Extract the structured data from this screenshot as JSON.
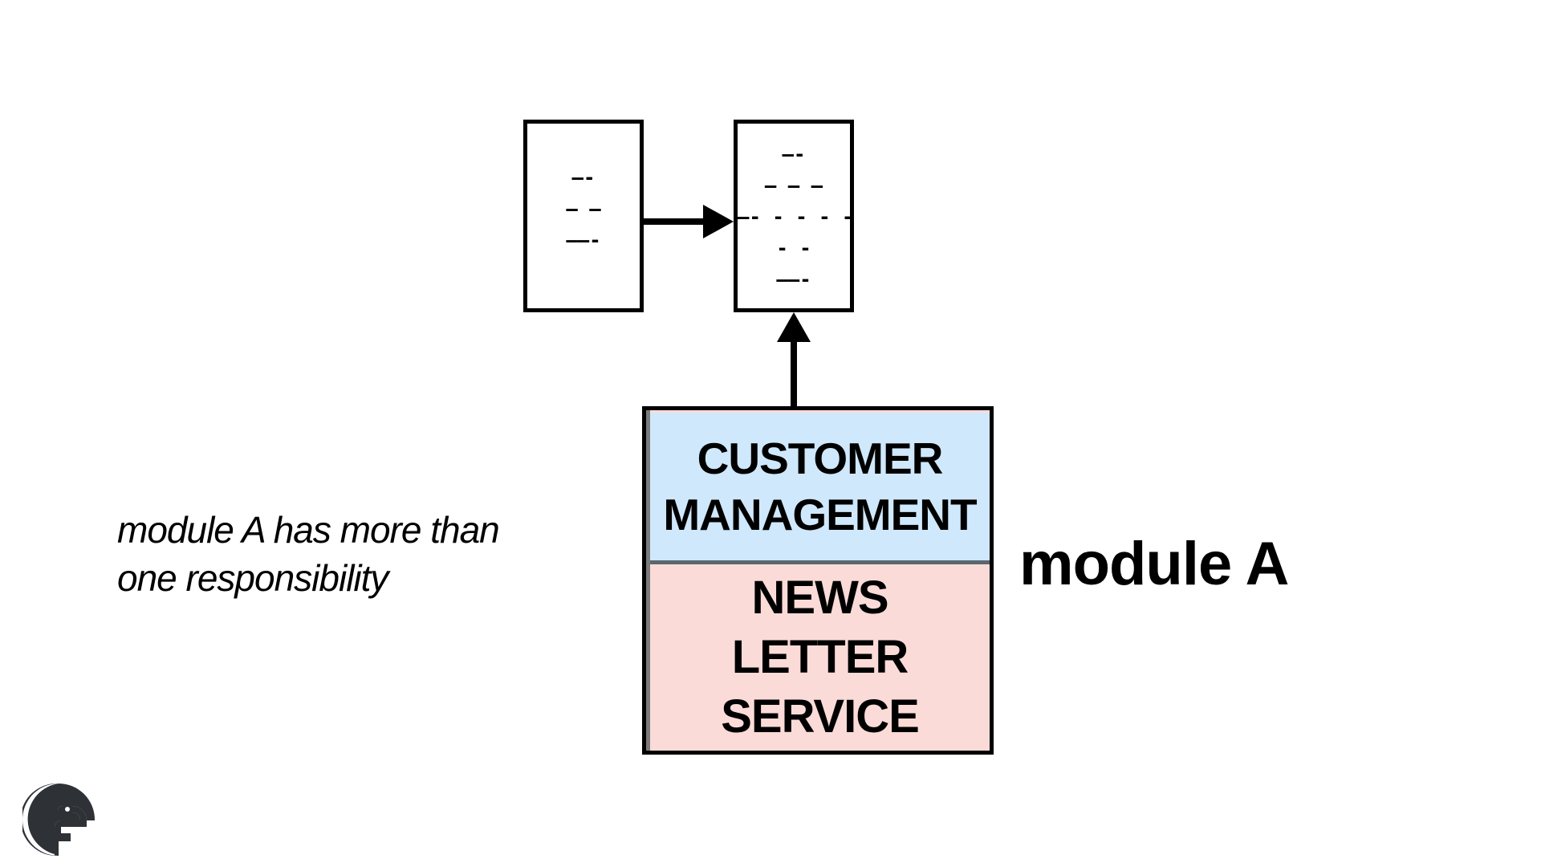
{
  "diagram": {
    "box_left": {
      "lines": "—-\n— —\n——-"
    },
    "box_right": {
      "lines": "—-\n— — —\n—- - - - -\n- -\n——-"
    },
    "module": {
      "top_section": "CUSTOMER\nMANAGEMENT",
      "bottom_section": "NEWS\nLETTER\nSERVICE",
      "label": "module A"
    },
    "caption": "module A has more than\none responsibility"
  },
  "colors": {
    "customer_section": "#cfe8fb",
    "newsletter_section": "#fadbd8",
    "border": "#000000",
    "logo": "#2e3136"
  },
  "icons": {
    "logo": "bird-logo-icon"
  }
}
